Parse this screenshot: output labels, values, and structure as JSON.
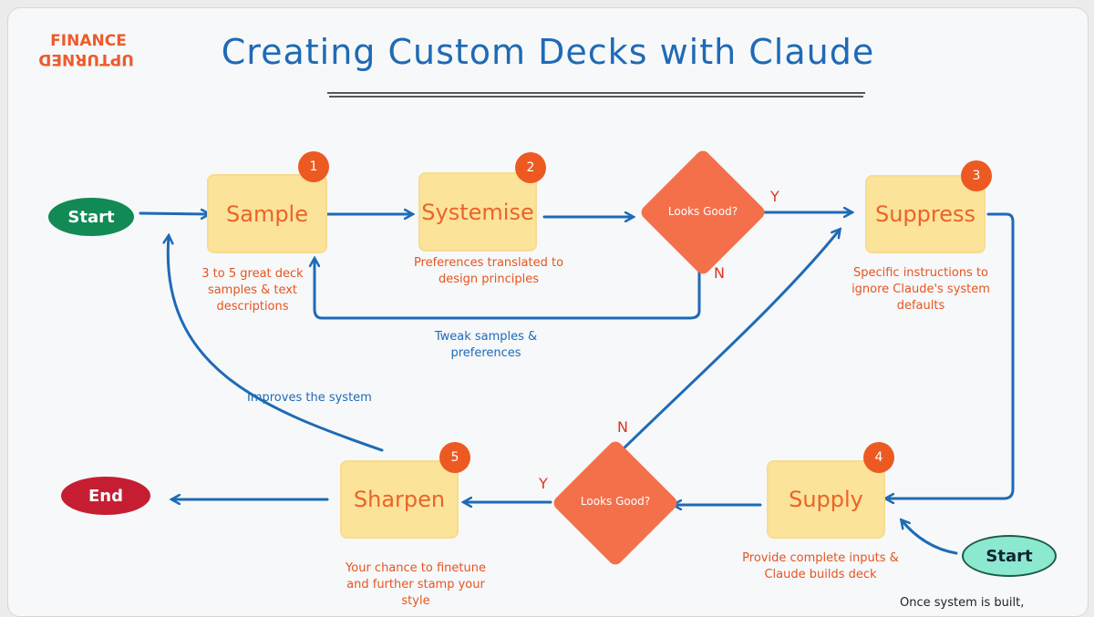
{
  "logo": {
    "line1": "FINANCE",
    "line2": "UPTURNED"
  },
  "title": "Creating Custom Decks with Claude",
  "start_label": "Start",
  "end_label": "End",
  "steps": [
    {
      "num": "1",
      "name": "Sample",
      "note": "3 to 5 great deck samples & text descriptions"
    },
    {
      "num": "2",
      "name": "Systemise",
      "note": "Preferences translated to design principles"
    },
    {
      "num": "3",
      "name": "Suppress",
      "note": "Specific instructions to ignore Claude's system defaults"
    },
    {
      "num": "4",
      "name": "Supply",
      "note": "Provide complete inputs & Claude builds deck"
    },
    {
      "num": "5",
      "name": "Sharpen",
      "note": "Your chance to finetune and further stamp your style"
    }
  ],
  "decisions": {
    "top": "Looks Good?",
    "bottom": "Looks Good?"
  },
  "labels": {
    "yes": "Y",
    "no": "N",
    "tweak": "Tweak samples & preferences",
    "improves": "Improves the system",
    "once_built": "Once system is built,"
  },
  "colors": {
    "blue": "#1f6ab5",
    "orange": "#ec6327",
    "step_fill": "#fbe39a",
    "diamond": "#f4704a",
    "start_green": "#118a55",
    "start_mint": "#8be9cf",
    "end_red": "#c51e33"
  }
}
